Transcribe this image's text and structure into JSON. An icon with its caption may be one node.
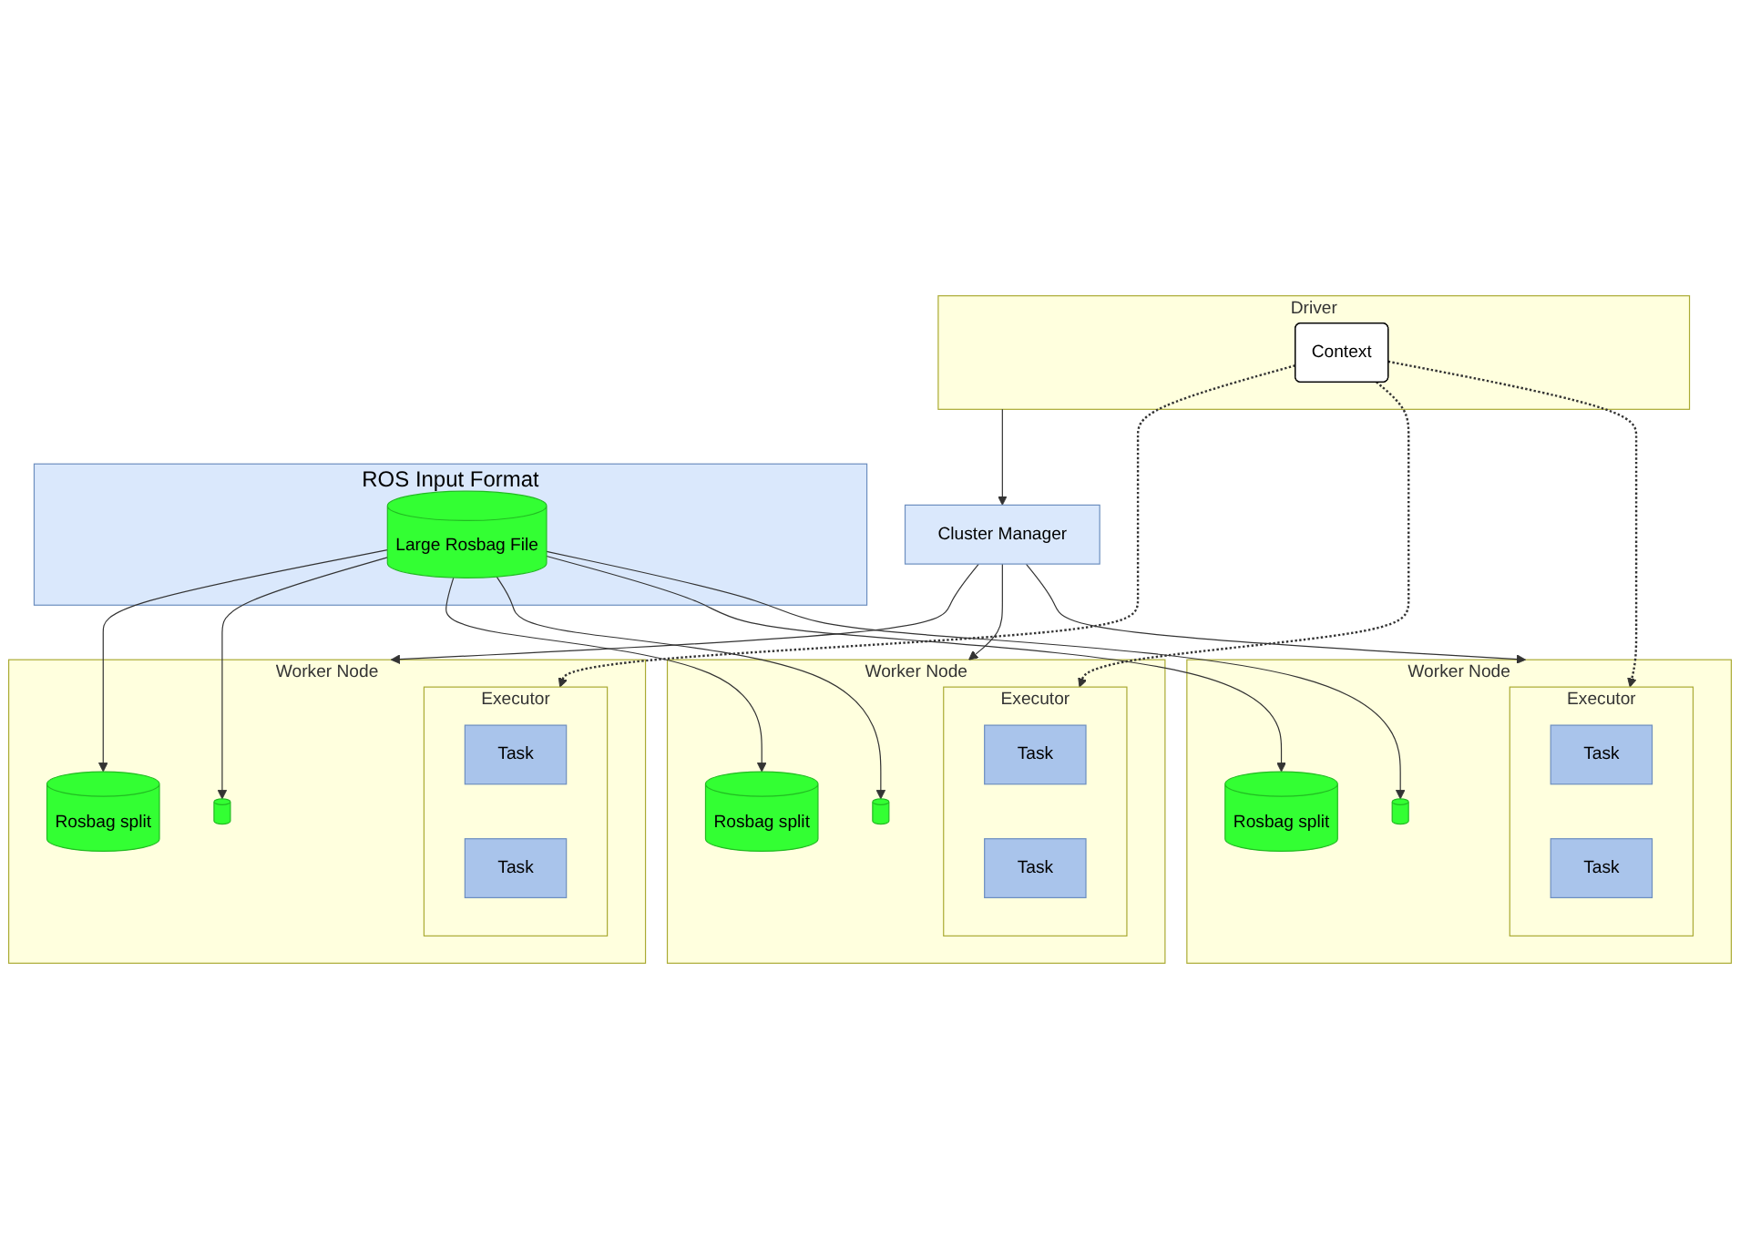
{
  "diagram": {
    "nodes": [
      {
        "text": [
          "Driver"
        ]
      },
      {
        "text": [
          "Context"
        ],
        "in": 0
      },
      {
        "text": [
          "Cluster Manager"
        ]
      },
      {
        "text": [
          "Worker Node"
        ]
      },
      {
        "text": [
          "Executor"
        ],
        "in": 3
      },
      {
        "text": [
          "Task"
        ],
        "in": 4
      },
      {
        "text": [
          "Task"
        ],
        "in": 4
      },
      {
        "text": [
          "Rosbag split"
        ],
        "in": 3
      },
      {
        "text": [],
        "shape": "cylinder",
        "in": 3
      },
      {
        "text": [
          "Worker Node"
        ]
      },
      {
        "text": [
          "Executor"
        ],
        "in": 9
      },
      {
        "text": [
          "Task"
        ],
        "in": 10
      },
      {
        "text": [
          "Task"
        ],
        "in": 10
      },
      {
        "text": [
          "Rosbag split"
        ],
        "in": 9
      },
      {
        "text": [],
        "shape": "cylinder",
        "in": 9
      },
      {
        "text": [
          "Worker Node"
        ]
      },
      {
        "text": [
          "Executor"
        ],
        "in": 15
      },
      {
        "text": [
          "Task"
        ],
        "in": 16
      },
      {
        "text": [
          "Task"
        ],
        "in": 16
      },
      {
        "text": [
          "Rosbag split"
        ],
        "in": 15
      },
      {
        "text": [],
        "shape": "cylinder",
        "in": 15
      },
      {
        "text": [
          "ROS Input Format"
        ]
      },
      {
        "text": [
          "Large Rosbag File"
        ],
        "in": 21
      }
    ],
    "edges": [
      {
        "from": 0,
        "to": 2,
        "arrow": "to"
      },
      {
        "from": 2,
        "to": 3,
        "arrow": "to"
      },
      {
        "from": 2,
        "to": 9,
        "arrow": "to"
      },
      {
        "from": 2,
        "to": 15,
        "arrow": "to"
      },
      {
        "from": 1,
        "to": 4,
        "arrow": "to",
        "style": "dashed"
      },
      {
        "from": 1,
        "to": 10,
        "arrow": "to",
        "style": "dashed"
      },
      {
        "from": 1,
        "to": 16,
        "arrow": "to",
        "style": "dashed"
      },
      {
        "from": 22,
        "to": 7,
        "arrow": "to"
      },
      {
        "from": 22,
        "to": 8,
        "arrow": "to"
      },
      {
        "from": 22,
        "to": 13,
        "arrow": "to"
      },
      {
        "from": 22,
        "to": 14,
        "arrow": "to"
      },
      {
        "from": 22,
        "to": 19,
        "arrow": "to"
      },
      {
        "from": 22,
        "to": 20,
        "arrow": "to"
      }
    ]
  }
}
